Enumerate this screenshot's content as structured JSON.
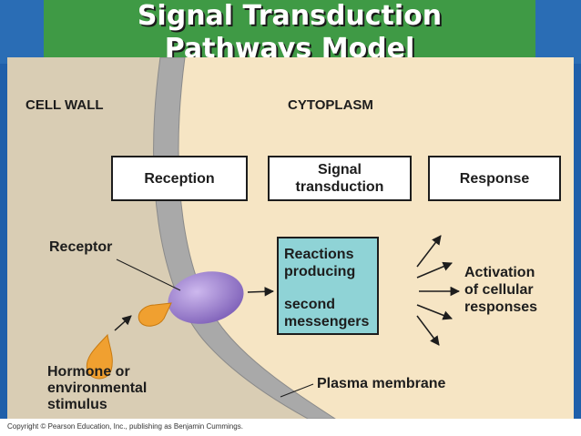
{
  "slide": {
    "title_line1": "Signal Transduction",
    "title_line2": "Pathways Model",
    "colors": {
      "background": "#1f5faa",
      "title_box": "#3f9a45",
      "title_text": "#ffffff"
    }
  },
  "figure": {
    "cell_wall_label": "CELL WALL",
    "cytoplasm_label": "CYTOPLASM",
    "stages": {
      "reception": "Reception",
      "signal_transduction_line1": "Signal",
      "signal_transduction_line2": "transduction",
      "response": "Response"
    },
    "receptor_label": "Receptor",
    "reactions_box": {
      "line1": "Reactions",
      "line2": "producing",
      "line3": "second",
      "line4": "messengers"
    },
    "activation_label": {
      "line1": "Activation",
      "line2": "of cellular",
      "line3": "responses"
    },
    "hormone_label": {
      "line1": "Hormone or",
      "line2": "environmental",
      "line3": "stimulus"
    },
    "plasma_membrane_label": "Plasma membrane",
    "colors": {
      "cell_wall": "#d9cdb4",
      "cytoplasm": "#f6e5c4",
      "membrane": "#a9a9a9",
      "receptor": "#9a7fc8",
      "hormone": "#f0a030",
      "reactions_box": "#8fd3d6"
    }
  },
  "copyright": "Copyright © Pearson Education, Inc., publishing as Benjamin Cummings."
}
